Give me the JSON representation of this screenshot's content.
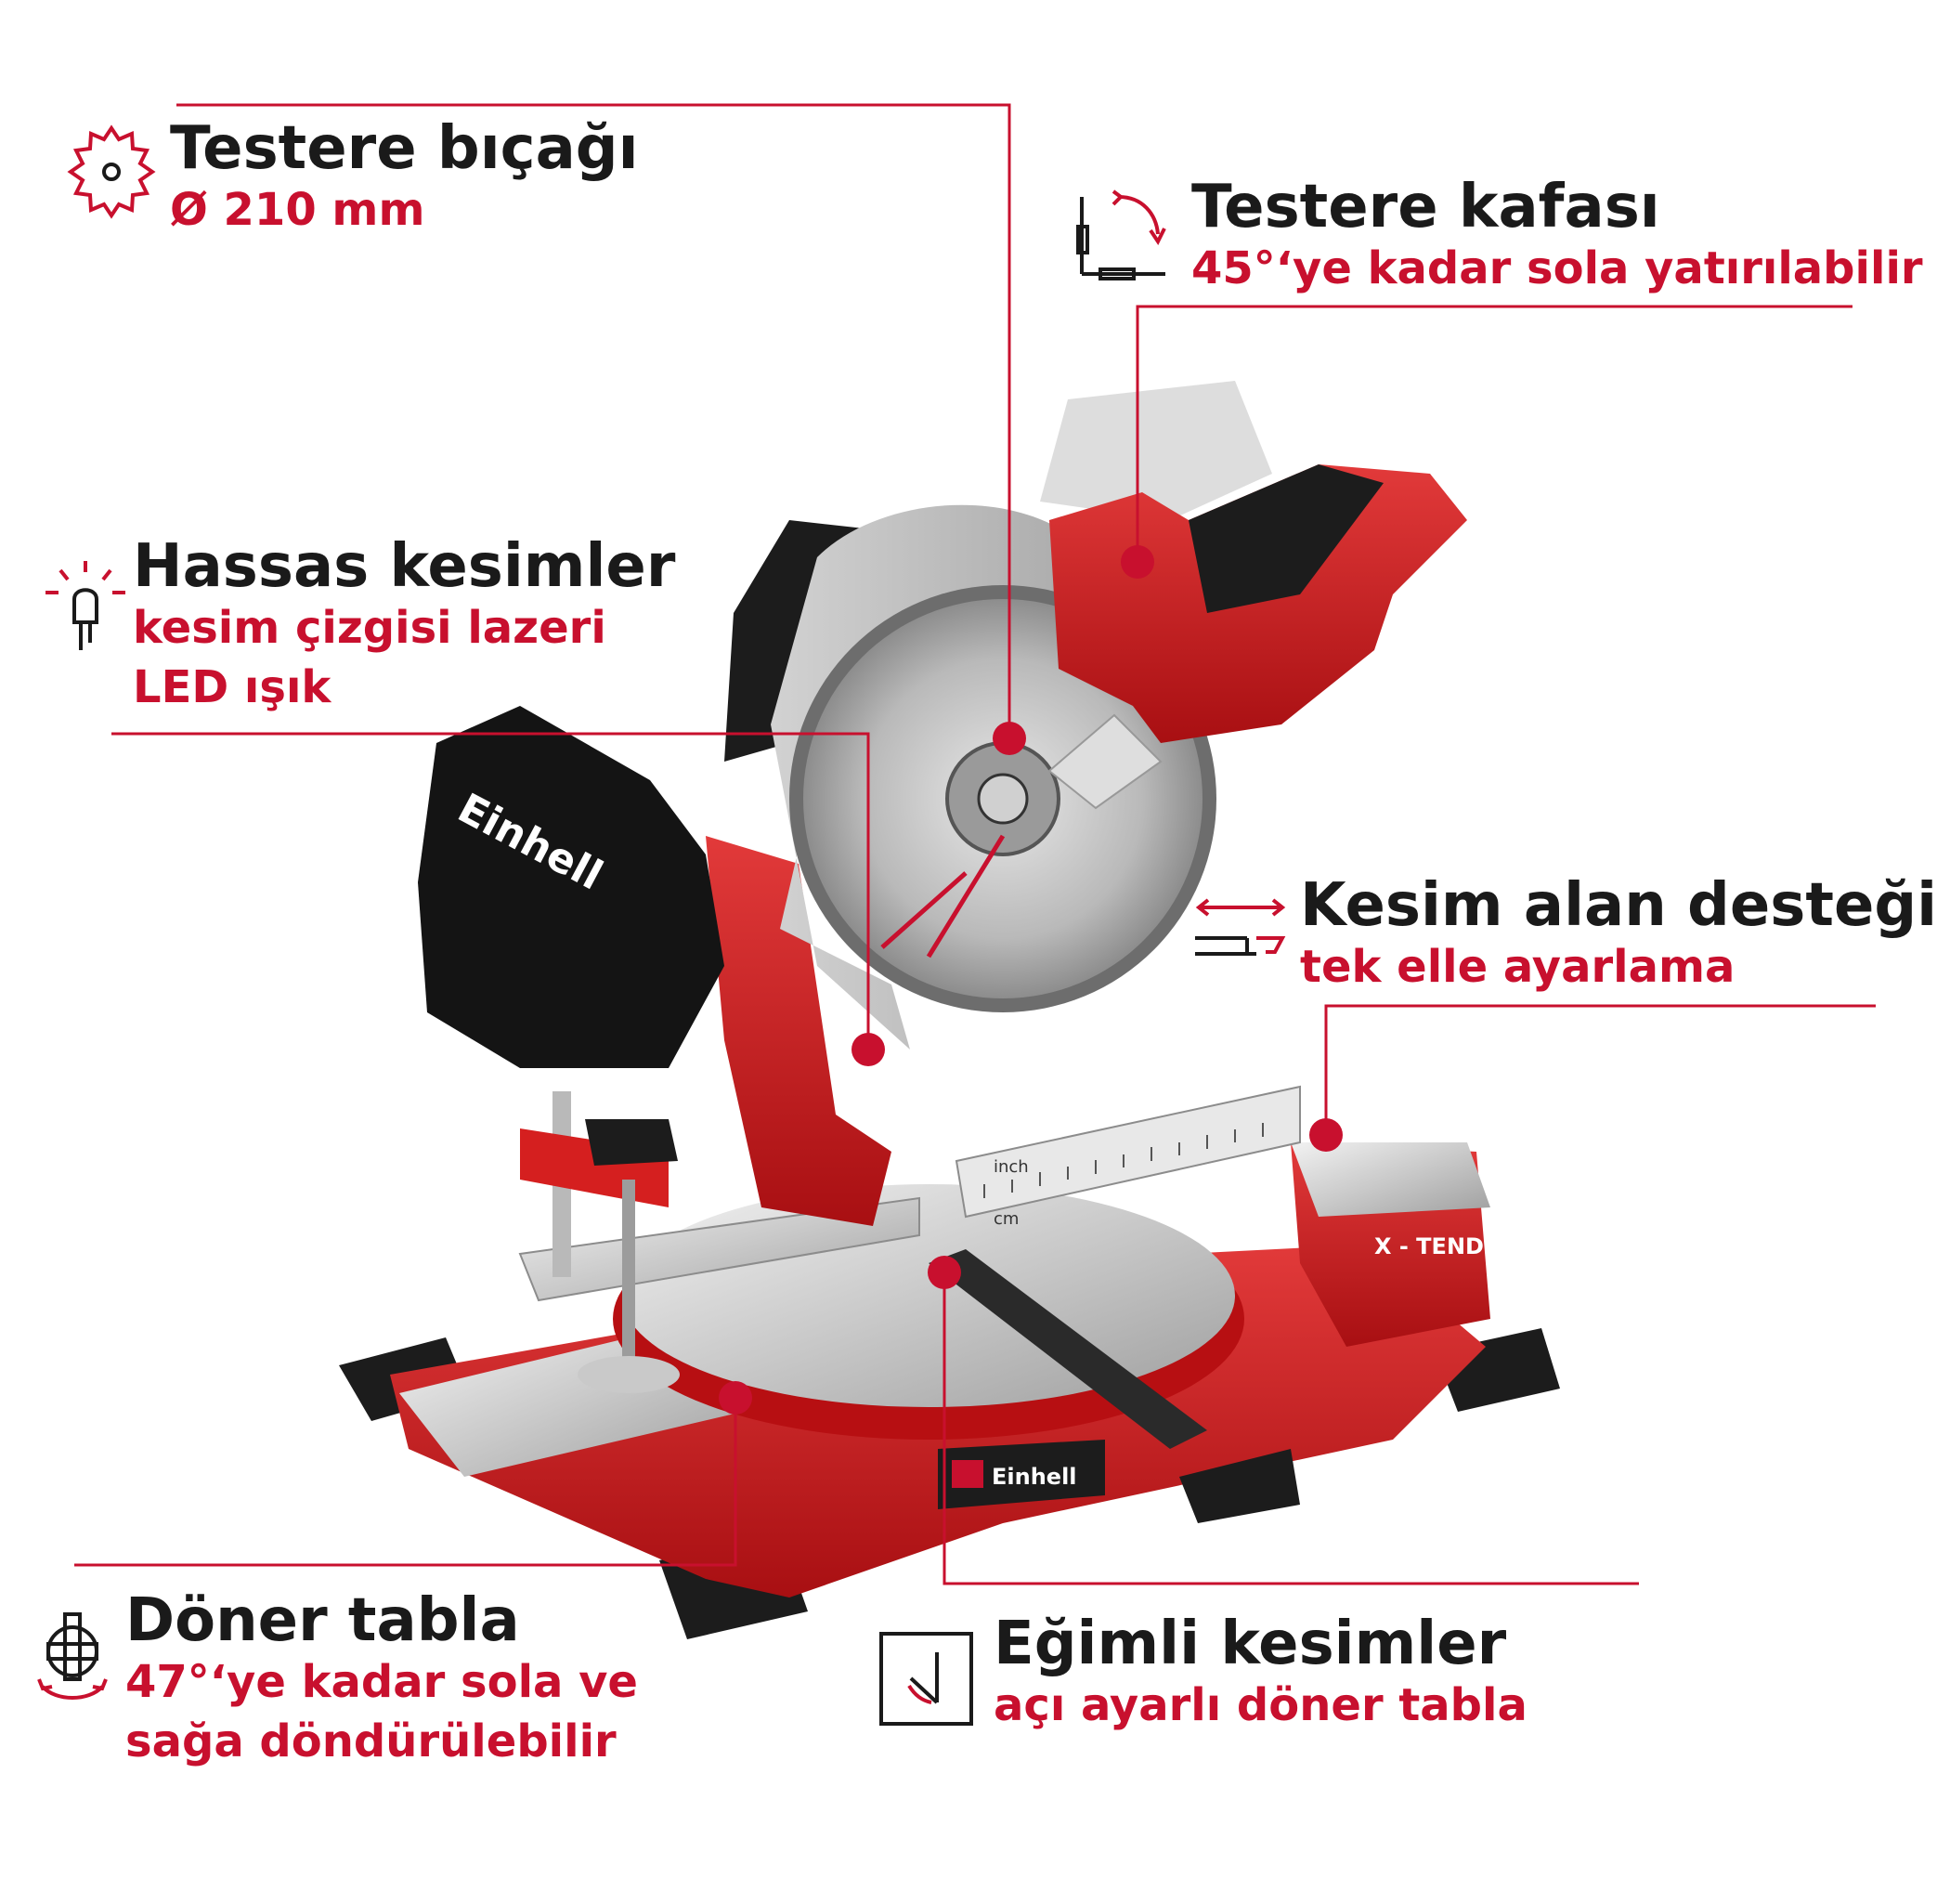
{
  "colors": {
    "accent": "#c8102e",
    "text": "#1a1a1a",
    "saw_red": "#d51f1f",
    "dark": "#1c1c1c"
  },
  "product": {
    "bag_logo": "Einhell",
    "label_logo": "Einhell",
    "xtend_label": "X - TEND",
    "scale_units": [
      "inch",
      "cm"
    ]
  },
  "callouts": {
    "blade": {
      "title": "Testere bıçağı",
      "lines": [
        "Ø 210 mm"
      ],
      "icon": "saw-blade-icon"
    },
    "head": {
      "title": "Testere kafası",
      "lines": [
        "45°‘ye kadar sola yatırılabilir"
      ],
      "icon": "bevel-tilt-icon"
    },
    "laser": {
      "title": "Hassas kesimler",
      "lines": [
        "kesim çizgisi lazeri",
        "LED ışık"
      ],
      "icon": "led-light-icon"
    },
    "extend": {
      "title": "Kesim alan desteği",
      "lines": [
        "tek elle ayarlama"
      ],
      "icon": "table-extension-icon"
    },
    "table": {
      "title": "Döner tabla",
      "lines": [
        "47°‘ye kadar sola ve",
        "sağa döndürülebilir"
      ],
      "icon": "turntable-rotate-icon"
    },
    "miter": {
      "title": "Eğimli kesimler",
      "lines": [
        "açı ayarlı döner tabla"
      ],
      "icon": "miter-angle-icon"
    }
  }
}
